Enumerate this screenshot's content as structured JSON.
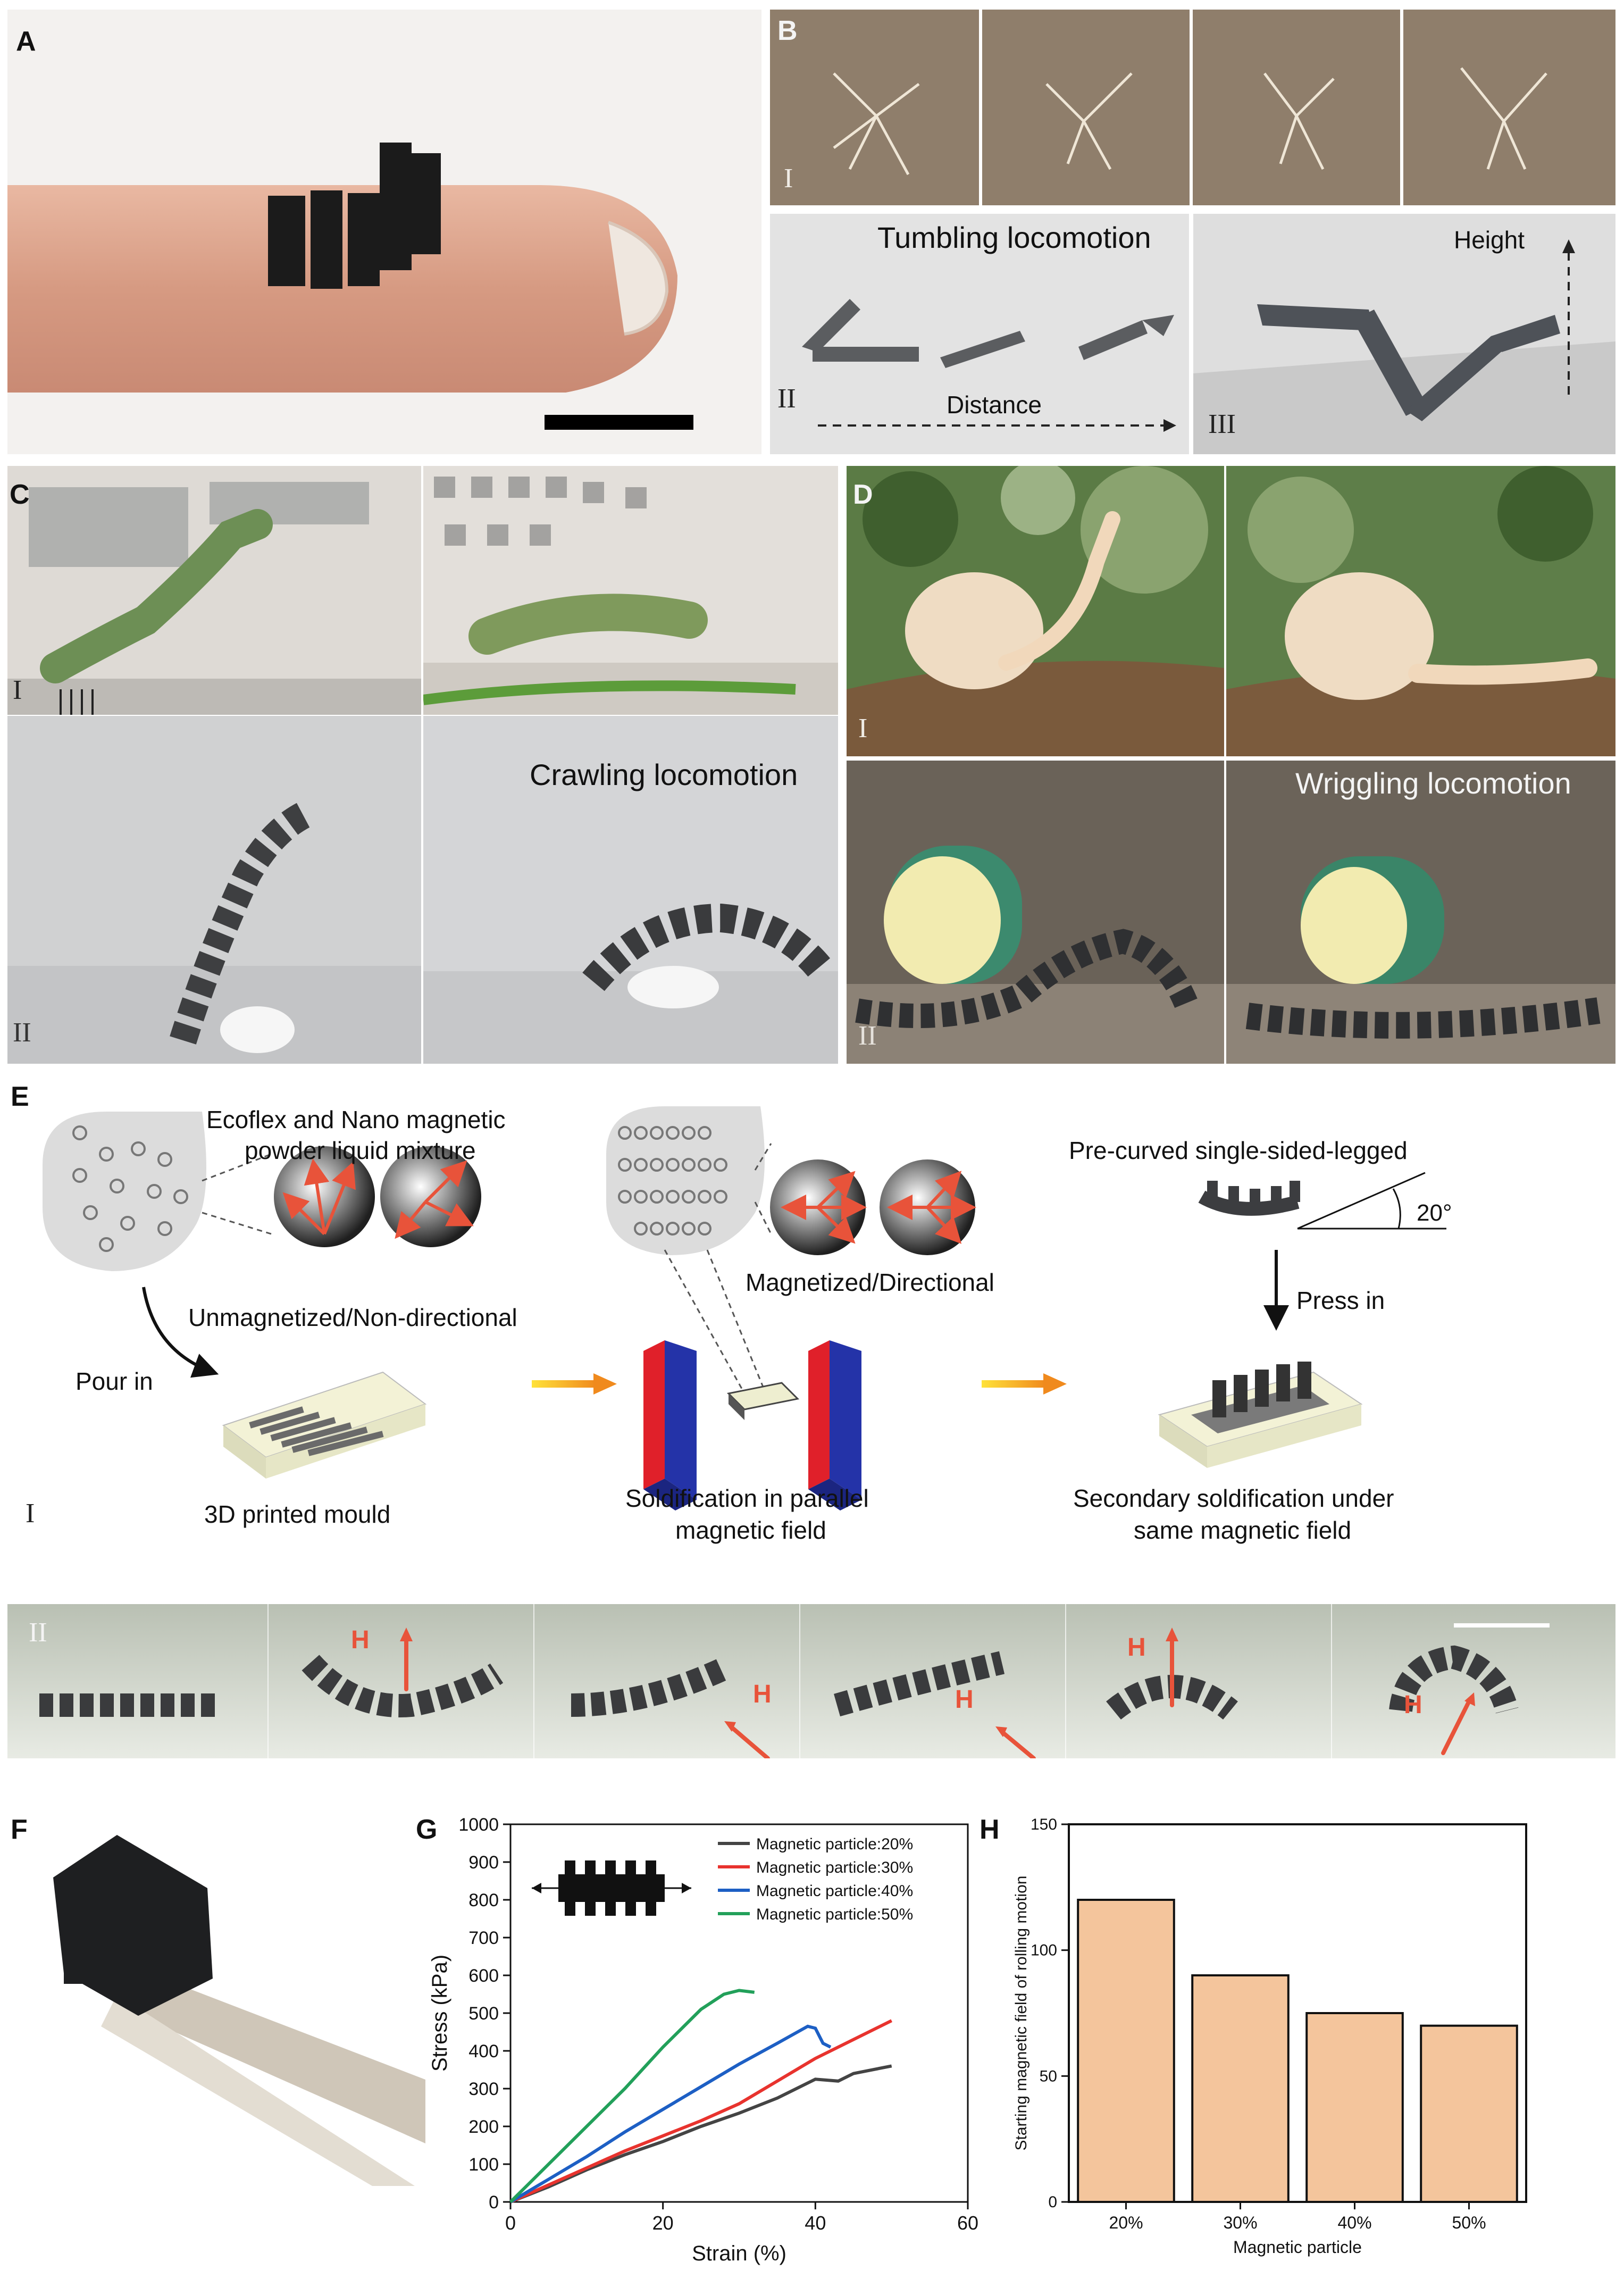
{
  "panels": {
    "A": {
      "letter": "A"
    },
    "B": {
      "letter": "B",
      "roman_i": "I",
      "roman_ii": "II",
      "roman_iii": "III",
      "tumbling": "Tumbling locomotion",
      "distance": "Distance",
      "height": "Height"
    },
    "C": {
      "letter": "C",
      "roman_i": "I",
      "roman_ii": "II",
      "crawling": "Crawling locomotion"
    },
    "D": {
      "letter": "D",
      "roman_i": "I",
      "roman_ii": "II",
      "wriggling": "Wriggling locomotion"
    },
    "E": {
      "letter": "E",
      "roman_i": "I",
      "roman_ii": "II",
      "mixture_line1": "Ecoflex and Nano magnetic",
      "mixture_line2": "powder liquid mixture",
      "unmagnetized": "Unmagnetized/Non-directional",
      "pour_in": "Pour in",
      "mould": "3D printed mould",
      "magnetized": "Magnetized/Directional",
      "solid_line1": "Soldification in parallel",
      "solid_line2": "magnetic field",
      "precurved": "Pre-curved single-sided-legged",
      "angle": "20°",
      "press_in": "Press in",
      "secondary_line1": "Secondary soldification under",
      "secondary_line2": "same magnetic field",
      "field_label": "H"
    },
    "F": {
      "letter": "F"
    },
    "G": {
      "letter": "G"
    },
    "H": {
      "letter": "H"
    }
  },
  "colors": {
    "red_arrow": "#e8533a",
    "bar_fill": "#f4c59c",
    "series": [
      "#444444",
      "#e8332e",
      "#1d5fc4",
      "#22a05a"
    ]
  },
  "chart_data": [
    {
      "id": "G",
      "type": "line",
      "xlabel": "Strain (%)",
      "ylabel": "Stress (kPa)",
      "xlim": [
        0,
        60
      ],
      "ylim": [
        0,
        1000
      ],
      "xticks": [
        0,
        20,
        40,
        60
      ],
      "yticks": [
        0,
        100,
        200,
        300,
        400,
        500,
        600,
        700,
        800,
        900,
        1000
      ],
      "legend_position": "top-right",
      "series": [
        {
          "name": "Magnetic particle:20%",
          "color": "#444444",
          "points": [
            [
              0,
              0
            ],
            [
              5,
              40
            ],
            [
              10,
              85
            ],
            [
              15,
              125
            ],
            [
              20,
              160
            ],
            [
              25,
              200
            ],
            [
              30,
              235
            ],
            [
              35,
              275
            ],
            [
              40,
              325
            ],
            [
              43,
              320
            ],
            [
              45,
              340
            ],
            [
              50,
              360
            ]
          ]
        },
        {
          "name": "Magnetic particle:30%",
          "color": "#e8332e",
          "points": [
            [
              0,
              0
            ],
            [
              5,
              45
            ],
            [
              10,
              90
            ],
            [
              15,
              135
            ],
            [
              20,
              175
            ],
            [
              25,
              215
            ],
            [
              30,
              260
            ],
            [
              35,
              320
            ],
            [
              40,
              380
            ],
            [
              45,
              430
            ],
            [
              50,
              480
            ]
          ]
        },
        {
          "name": "Magnetic particle:40%",
          "color": "#1d5fc4",
          "points": [
            [
              0,
              0
            ],
            [
              5,
              60
            ],
            [
              10,
              120
            ],
            [
              15,
              185
            ],
            [
              20,
              245
            ],
            [
              25,
              305
            ],
            [
              30,
              365
            ],
            [
              35,
              420
            ],
            [
              39,
              465
            ],
            [
              40,
              460
            ],
            [
              41,
              420
            ],
            [
              42,
              410
            ]
          ]
        },
        {
          "name": "Magnetic particle:50%",
          "color": "#22a05a",
          "points": [
            [
              0,
              0
            ],
            [
              5,
              100
            ],
            [
              10,
              200
            ],
            [
              15,
              300
            ],
            [
              20,
              410
            ],
            [
              25,
              510
            ],
            [
              28,
              550
            ],
            [
              30,
              560
            ],
            [
              32,
              555
            ]
          ]
        }
      ]
    },
    {
      "id": "H",
      "type": "bar",
      "categories": [
        "20%",
        "30%",
        "40%",
        "50%"
      ],
      "values": [
        120,
        90,
        75,
        70
      ],
      "xlabel": "Magnetic particle",
      "ylabel": "Starting magnetic field of rolling motion",
      "ylim": [
        0,
        150
      ],
      "yticks": [
        0,
        50,
        100,
        150
      ]
    }
  ]
}
